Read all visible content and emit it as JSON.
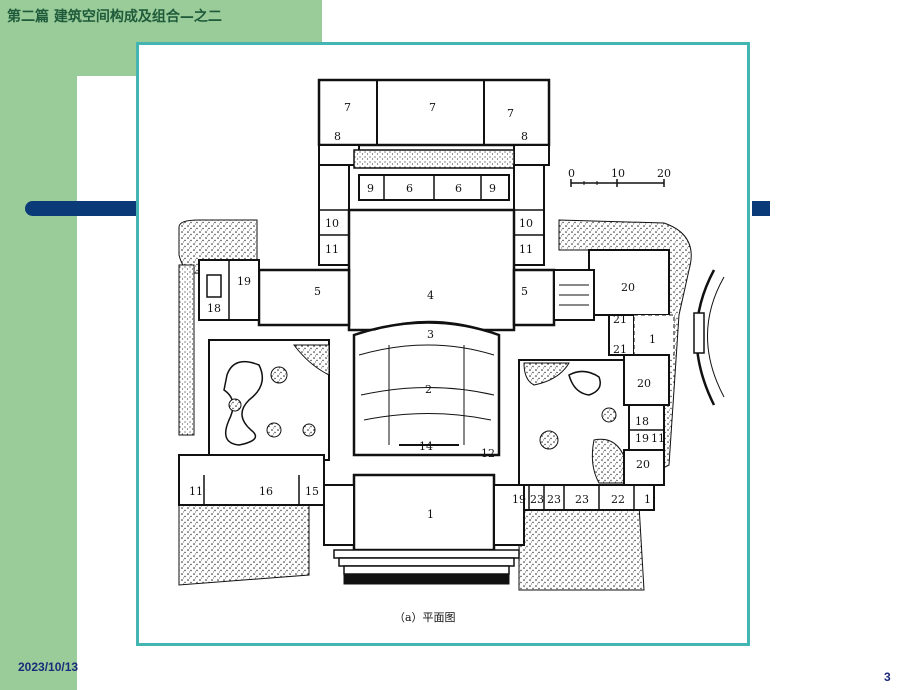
{
  "slide": {
    "title": "第二篇 建筑空间构成及组合—之二",
    "date": "2023/10/13",
    "page_number": "3"
  },
  "figure": {
    "caption": "（a）平面图",
    "scale_labels": [
      "0",
      "10",
      "20"
    ],
    "room_labels": {
      "r1_entry": "1",
      "r1_right": "1",
      "r1_corner": "1",
      "r2": "2",
      "r3": "3",
      "r4": "4",
      "r5_left": "5",
      "r5_right": "5",
      "r6_a": "6",
      "r6_b": "6",
      "r7_left": "7",
      "r7_mid": "7",
      "r7_right": "7",
      "r8_left": "8",
      "r8_right": "8",
      "r9_left": "9",
      "r9_right": "9",
      "r10_left": "10",
      "r10_right": "10",
      "r11_left": "11",
      "r11_right": "11",
      "r11_bottom": "11",
      "r11_east": "11",
      "r12": "12",
      "r14": "14",
      "r15": "15",
      "r16": "16",
      "r18_left": "18",
      "r18_right": "18",
      "r19_left": "19",
      "r19_right": "19",
      "r19_bottom": "19",
      "r20_top": "20",
      "r20_mid": "20",
      "r20_bot": "20",
      "r21_a": "21",
      "r21_b": "21",
      "r22": "22",
      "r23_a": "23",
      "r23_b": "23",
      "r23_c": "23"
    }
  },
  "colors": {
    "green": "#99cc99",
    "navy": "#0b3a78",
    "teal_border": "#44b5b3",
    "text_blue": "#1b2b7a"
  }
}
